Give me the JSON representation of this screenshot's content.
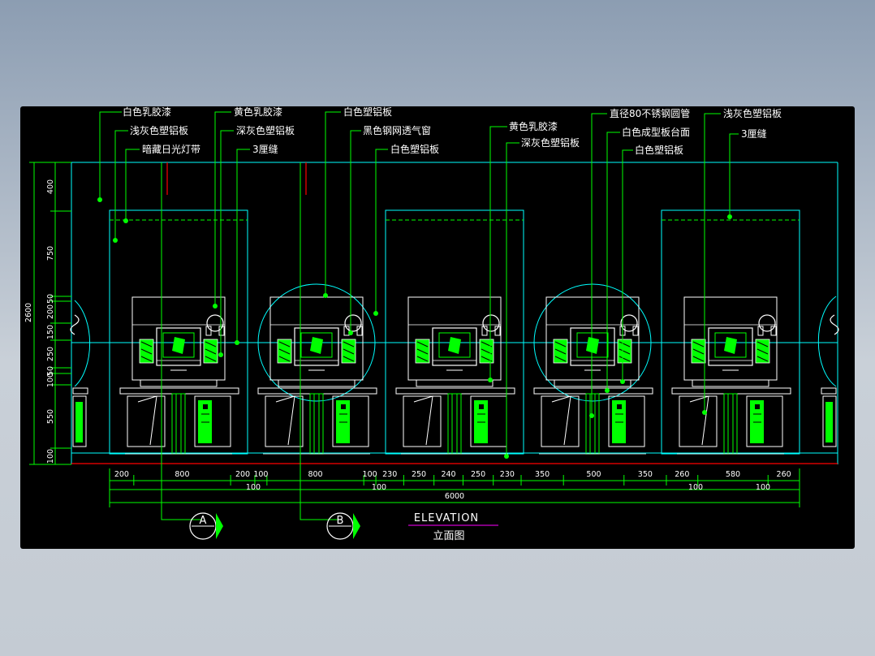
{
  "colors": {
    "background": "#000000",
    "leader": "#00ff00",
    "outline": "#00ffff",
    "dimension": "#00ff00",
    "text": "#ffffff",
    "axis_red": "#ff0000",
    "title_underline": "#ff00ff"
  },
  "callouts": {
    "c1": "白色乳胶漆",
    "c2": "浅灰色塑铝板",
    "c3": "暗藏日光灯带",
    "c4": "黄色乳胶漆",
    "c5": "深灰色塑铝板",
    "c6": "3厘缝",
    "c7": "白色塑铝板",
    "c8": "黑色钢网透气窗",
    "c9": "白色塑铝板",
    "c10": "黄色乳胶漆",
    "c11": "深灰色塑铝板",
    "c12": "直径80不锈钢圆管",
    "c13": "白色成型板台面",
    "c14": "白色塑铝板",
    "c15": "浅灰色塑铝板",
    "c16": "3厘缝"
  },
  "dims_left": {
    "total": "2600",
    "d400": "400",
    "d750": "750",
    "d50a": "50",
    "d200": "200",
    "d150": "150",
    "d250": "250",
    "d50b": "50",
    "d100a": "100",
    "d550": "550",
    "d100b": "100"
  },
  "dims_bottom": [
    "200",
    "800",
    "200",
    "100",
    "800",
    "100",
    "230",
    "250",
    "240",
    "250",
    "230",
    "350",
    "500",
    "350",
    "260",
    "580",
    "260"
  ],
  "dims_sub": [
    "100",
    "100",
    "100",
    "100"
  ],
  "dims_total": "6000",
  "sections": {
    "a": "A",
    "b": "B"
  },
  "title": {
    "en": "ELEVATION",
    "cn": "立面图"
  }
}
